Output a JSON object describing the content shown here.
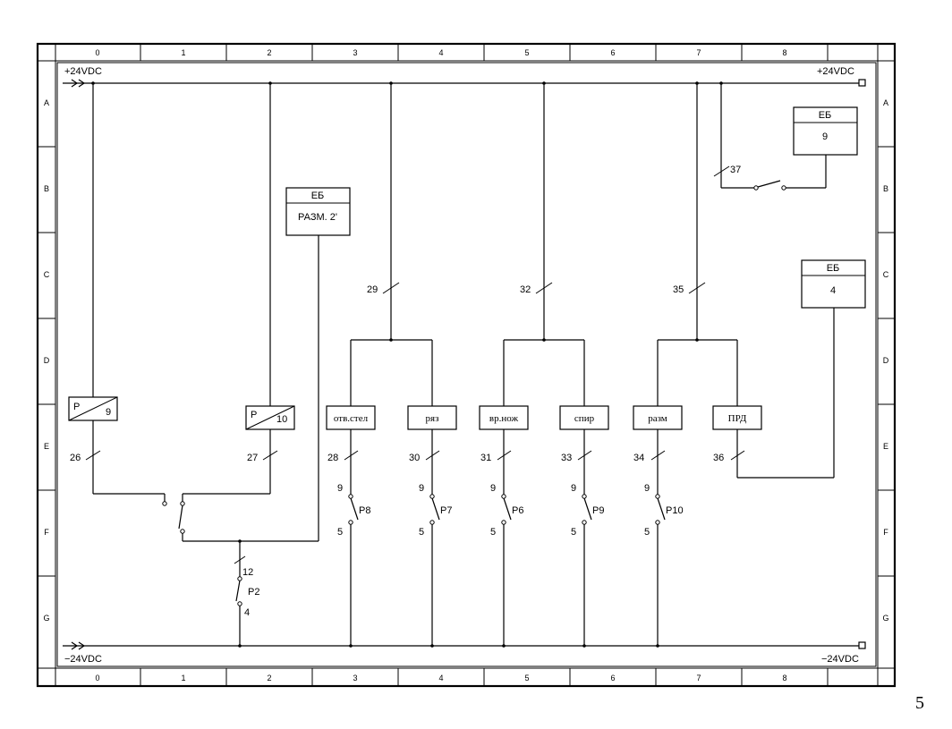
{
  "grid": {
    "columns": [
      "0",
      "1",
      "2",
      "3",
      "4",
      "5",
      "6",
      "7",
      "8"
    ],
    "rows": [
      "A",
      "B",
      "C",
      "D",
      "E",
      "F",
      "G"
    ]
  },
  "rails": {
    "top_left": "+24VDC",
    "top_right": "+24VDC",
    "bottom_left": "−24VDC",
    "bottom_right": "−24VDC"
  },
  "blocks": {
    "eb_razm_title": "ЕБ",
    "eb_razm_value": "РАЗМ. 2'",
    "eb9_title": "ЕБ",
    "eb9_value": "9",
    "eb4_title": "ЕБ",
    "eb4_value": "4",
    "p9_letter": "P",
    "p9_number": "9",
    "p10_letter": "P",
    "p10_number": "10"
  },
  "loads": {
    "otv_stel": "отв.стел",
    "ryaz": "ряз",
    "vr_nozh": "вр.нож",
    "spir": "спир",
    "razm": "разм",
    "prd": "ПРД"
  },
  "wires": {
    "w26": "26",
    "w27": "27",
    "w28": "28",
    "w29": "29",
    "w30": "30",
    "w31": "31",
    "w32": "32",
    "w33": "33",
    "w34": "34",
    "w35": "35",
    "w36": "36",
    "w37": "37"
  },
  "contacts": {
    "pin9": "9",
    "pin5": "5",
    "p8": "P8",
    "p7": "P7",
    "p6": "P6",
    "p9": "P9",
    "p10": "P10",
    "p2": "P2",
    "p2_top": "12",
    "p2_bottom": "4"
  },
  "page_number": "5"
}
